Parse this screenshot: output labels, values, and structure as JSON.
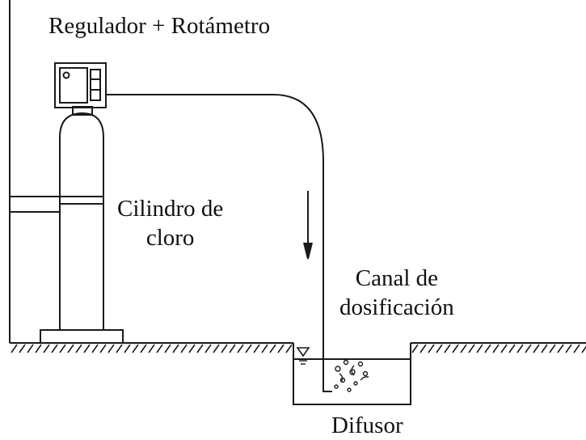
{
  "labels": {
    "regulator": "Regulador + Rotámetro",
    "cylinder_line1": "Cilindro de",
    "cylinder_line2": "cloro",
    "channel_line1": "Canal de",
    "channel_line2": "dosificación",
    "diffuser": "Difusor"
  },
  "colors": {
    "line": "#1a1a1a",
    "background": "#ffffff"
  },
  "icons": {
    "flow_arrow": "arrow-down",
    "water_level": "water-level-symbol"
  }
}
